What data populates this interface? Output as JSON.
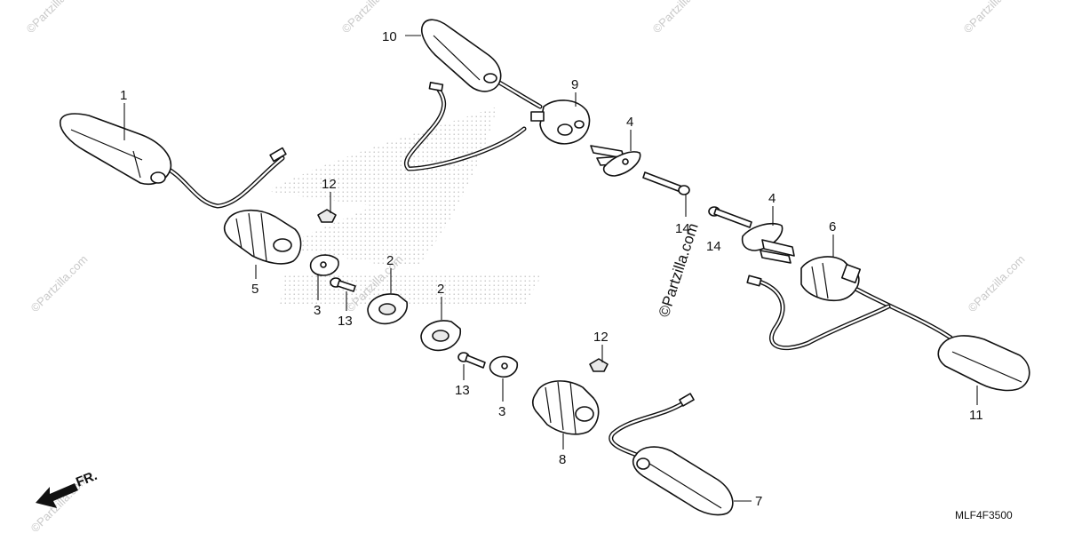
{
  "diagram": {
    "code": "MLF4F3500",
    "front_label": "FR.",
    "watermark": "©Partzilla.com",
    "center_watermark": "©Partzilla.com",
    "callouts": {
      "c1": "1",
      "c2a": "2",
      "c2b": "2",
      "c3a": "3",
      "c3b": "3",
      "c4a": "4",
      "c4b": "4",
      "c5": "5",
      "c6": "6",
      "c7": "7",
      "c8": "8",
      "c9": "9",
      "c10": "10",
      "c11": "11",
      "c12a": "12",
      "c12b": "12",
      "c13a": "13",
      "c13b": "13",
      "c14a": "14",
      "c14b": "14"
    }
  }
}
